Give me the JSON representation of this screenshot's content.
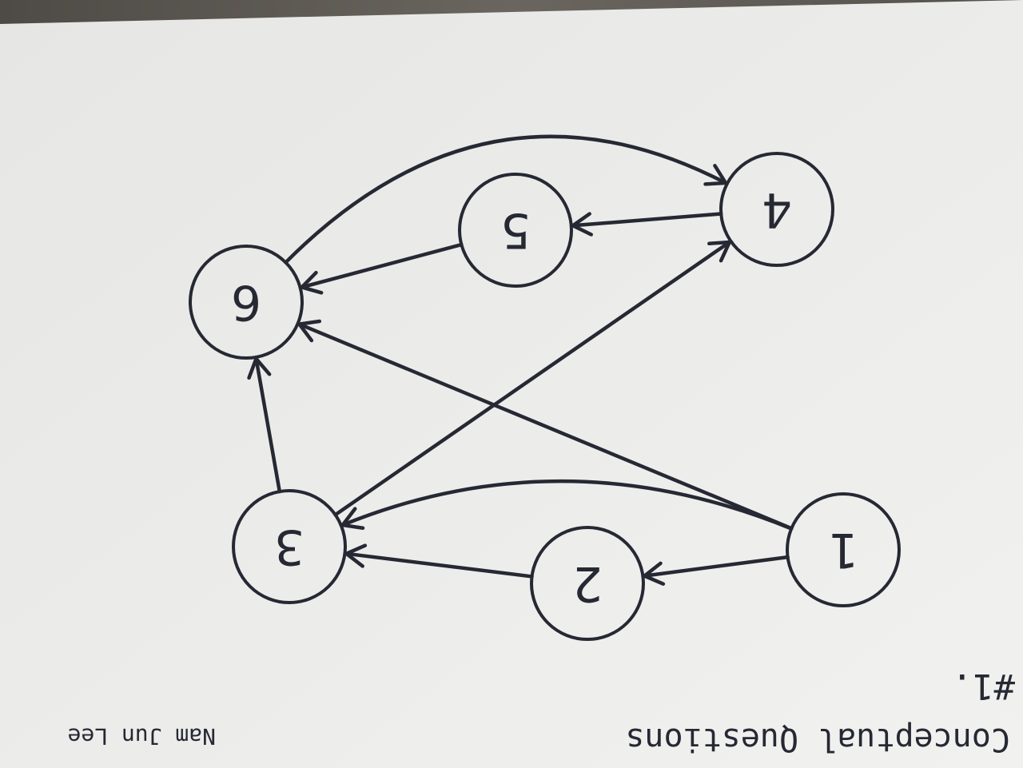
{
  "header": {
    "title": "Conceptual Questions",
    "author": "Nam Jun Lee",
    "problem_number": "#1."
  },
  "graph": {
    "nodes": [
      {
        "id": "1",
        "label": "1"
      },
      {
        "id": "2",
        "label": "2"
      },
      {
        "id": "3",
        "label": "3"
      },
      {
        "id": "4",
        "label": "4"
      },
      {
        "id": "5",
        "label": "5"
      },
      {
        "id": "6",
        "label": "6"
      }
    ],
    "edges": [
      {
        "from": "1",
        "to": "2"
      },
      {
        "from": "1",
        "to": "3"
      },
      {
        "from": "1",
        "to": "6"
      },
      {
        "from": "2",
        "to": "3"
      },
      {
        "from": "3",
        "to": "4"
      },
      {
        "from": "3",
        "to": "6"
      },
      {
        "from": "4",
        "to": "5"
      },
      {
        "from": "5",
        "to": "6"
      },
      {
        "from": "6",
        "to": "4"
      }
    ]
  },
  "colors": {
    "ink": "#262833",
    "paper": "#ececea",
    "background": "#5a5550"
  }
}
